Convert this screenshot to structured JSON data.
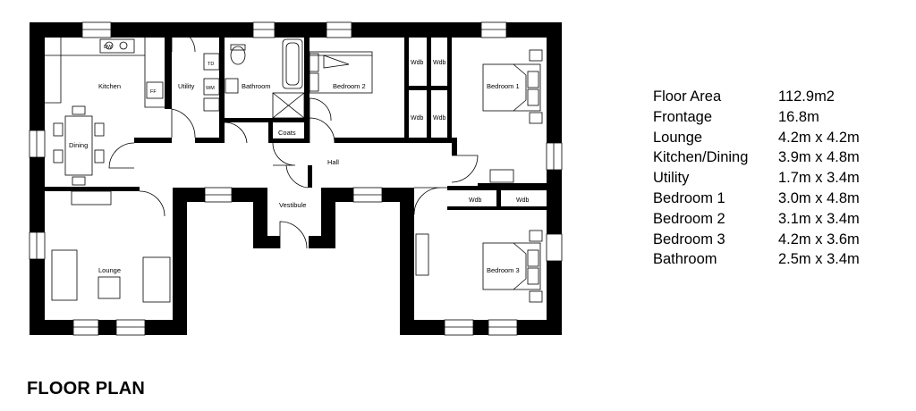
{
  "plan": {
    "title": "FLOOR PLAN",
    "rooms": {
      "kitchen": "Kitchen",
      "utility": "Utility",
      "bathroom": "Bathroom",
      "bedroom2": "Bedroom 2",
      "bedroom1": "Bedroom 1",
      "dining": "Dining",
      "lounge": "Lounge",
      "hall": "Hall",
      "vestibule": "Vestibule",
      "coats": "Coats",
      "bedroom3": "Bedroom 3"
    },
    "fixtures": {
      "wardrobe": "Wdb",
      "tumble_dryer": "TD",
      "washing_machine": "WM",
      "fridge_freezer": "FF",
      "dishwasher": "DW"
    }
  },
  "specs": [
    {
      "label": "Floor Area",
      "value": "112.9m2"
    },
    {
      "label": "Frontage",
      "value": "16.8m"
    },
    {
      "label": "Lounge",
      "value": "4.2m x 4.2m"
    },
    {
      "label": "Kitchen/Dining",
      "value": "3.9m x 4.8m"
    },
    {
      "label": "Utility",
      "value": "1.7m x 3.4m"
    },
    {
      "label": "Bedroom 1",
      "value": "3.0m x 4.8m"
    },
    {
      "label": "Bedroom 2",
      "value": "3.1m x 3.4m"
    },
    {
      "label": "Bedroom 3",
      "value": "4.2m x 3.6m"
    },
    {
      "label": "Bathroom",
      "value": "2.5m x 3.4m"
    }
  ]
}
